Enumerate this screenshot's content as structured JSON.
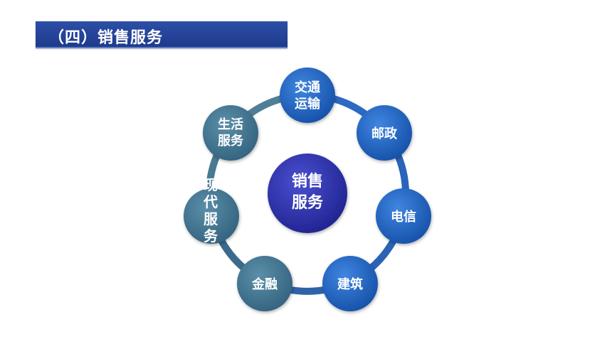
{
  "title": "（四）销售服务",
  "center": {
    "lines": [
      "销售",
      "服务"
    ]
  },
  "nodes": [
    {
      "key": "transport",
      "lines": [
        "交通",
        "运输"
      ],
      "color": "blue"
    },
    {
      "key": "postal",
      "lines": [
        "邮政"
      ],
      "color": "blue"
    },
    {
      "key": "telecom",
      "lines": [
        "电信"
      ],
      "color": "blue"
    },
    {
      "key": "construction",
      "lines": [
        "建筑"
      ],
      "color": "blue"
    },
    {
      "key": "finance",
      "lines": [
        "金融"
      ],
      "color": "teal"
    },
    {
      "key": "modern-service",
      "lines": [
        "现代服务"
      ],
      "color": "teal"
    },
    {
      "key": "life-service",
      "lines": [
        "生活",
        "服务"
      ],
      "color": "teal"
    }
  ],
  "colors": {
    "title_bg": "#1e3a8c",
    "blue_node": "#1d64c4",
    "teal_node": "#3d7492",
    "center_node": "#2a2ea6"
  }
}
